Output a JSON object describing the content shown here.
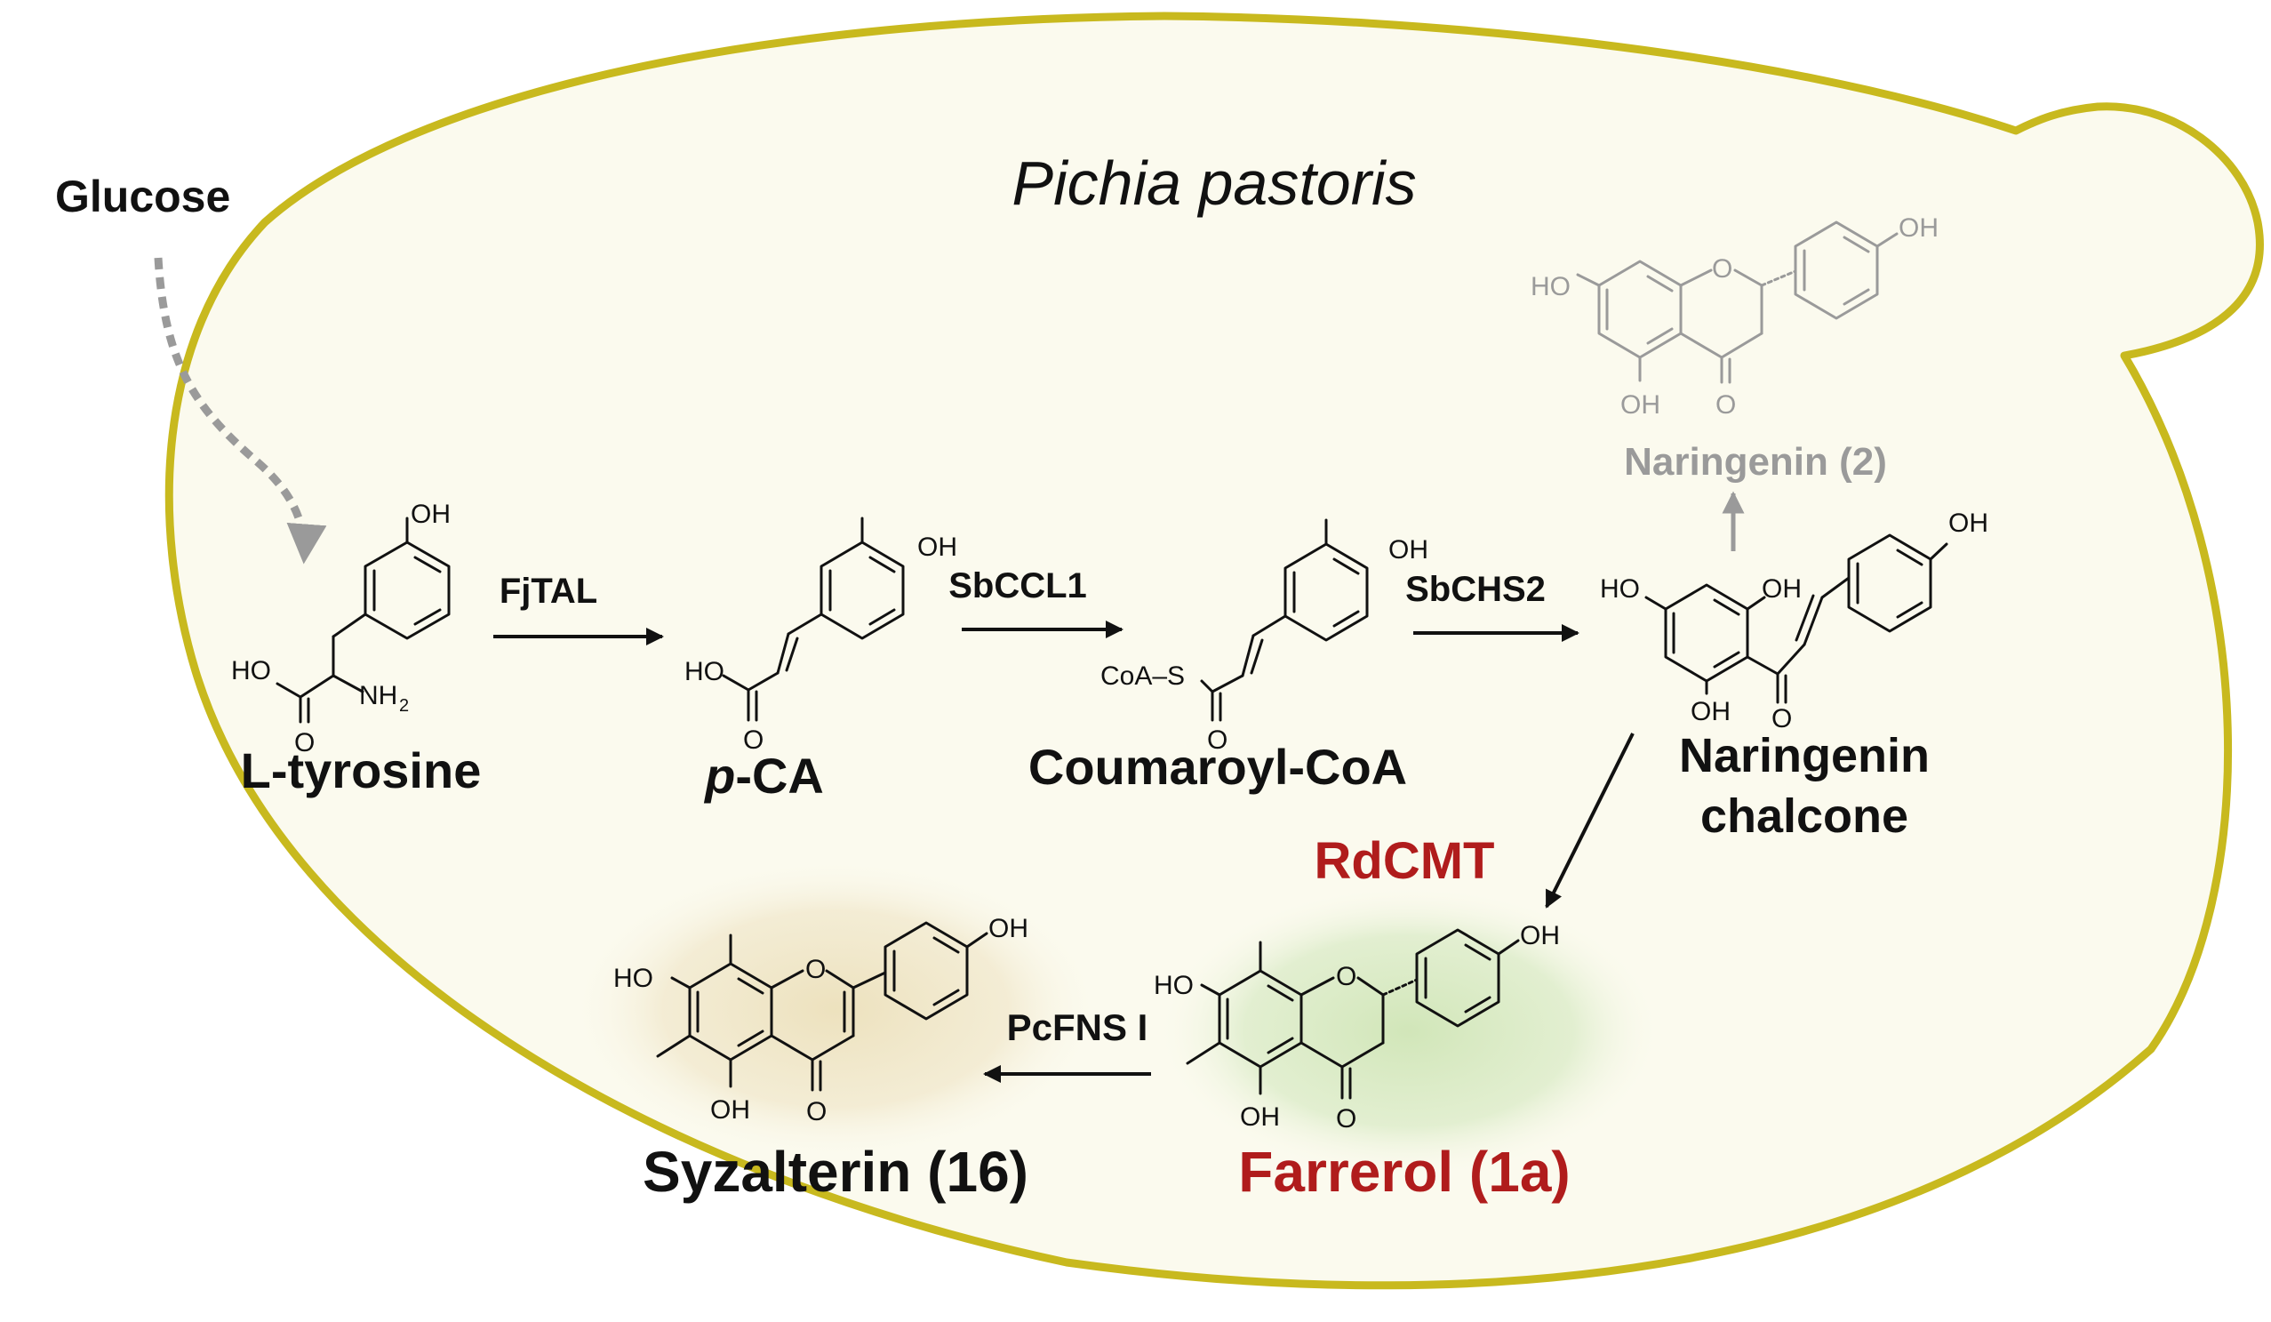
{
  "organism": "Pichia pastoris",
  "substrate": "Glucose",
  "compounds": {
    "tyrosine": "L-tyrosine",
    "pca_italic": "p",
    "pca_rest": "-CA",
    "coumaroyl": "Coumaroyl-CoA",
    "chalcone_line1": "Naringenin",
    "chalcone_line2": "chalcone",
    "naringenin": "Naringenin (2)",
    "farrerol": "Farrerol (1a)",
    "syzalterin": "Syzalterin (16)"
  },
  "enzymes": {
    "tal": "FjTAL",
    "ccl": "SbCCL1",
    "chs": "SbCHS2",
    "cmt": "RdCMT",
    "fns": "PcFNS I"
  },
  "atom_labels": {
    "oh": "OH",
    "ho": "HO",
    "o": "O",
    "nh": "NH",
    "sub2": "2",
    "coa_s": "CoA–S"
  },
  "colors": {
    "cell_fill": "#fbfaee",
    "cell_border": "#c8b91e",
    "highlight_red": "#b01c1c",
    "grey": "#9a9a9a",
    "text": "#111111",
    "glow_green": "#d6e9c2",
    "glow_tan": "#f0e6c6"
  }
}
